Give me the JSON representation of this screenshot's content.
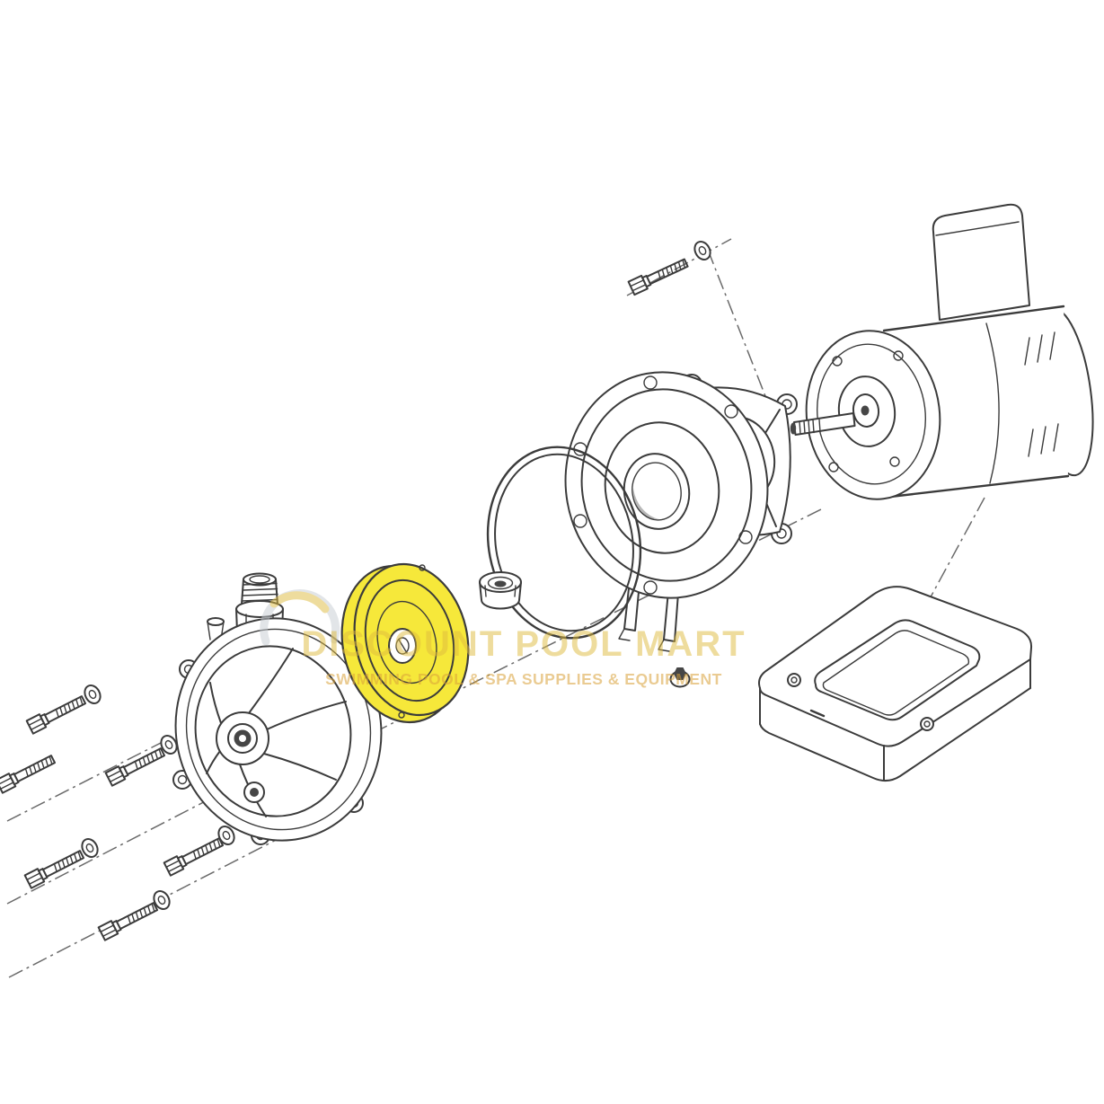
{
  "page": {
    "background": "#ffffff"
  },
  "watermark": {
    "line1": "DISCOUNT POOL MART",
    "line2": "SWIMMING POOL & SPA SUPPLIES & EQUIPMENT"
  },
  "colors": {
    "line_art": "#3b3b3b",
    "highlight": "#f6e83a",
    "centerline": "#6a6a6a",
    "dark_fill": "#464646",
    "watermark_primary": "#dfbb3e",
    "watermark_secondary": "#d9a23a"
  },
  "parts": [
    "pump-housing-volute",
    "housing-hex-bolts",
    "flat-washers",
    "highlighted-disc-seal-plate",
    "shaft-seal",
    "o-ring-gasket",
    "mounting-flange-plate",
    "motor-mounting-bracket",
    "bracket-bolt",
    "bracket-nut",
    "electric-motor",
    "motor-base"
  ]
}
